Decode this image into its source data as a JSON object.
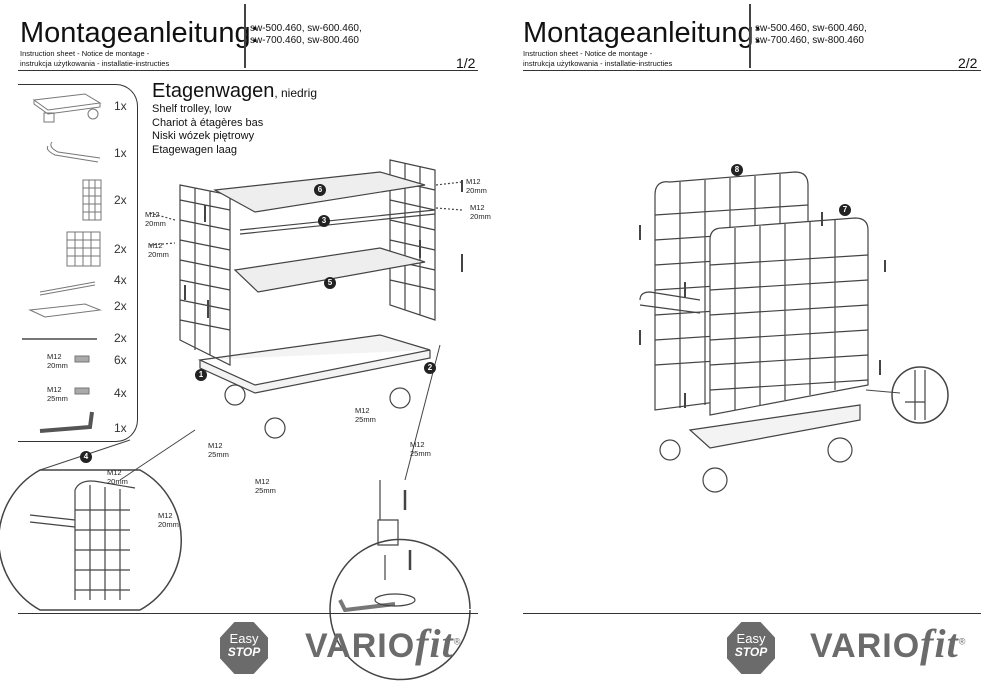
{
  "page1": {
    "title": "Montageanleitung:",
    "models_line1": "sw-500.460, sw-600.460,",
    "models_line2": "sw-700.460, sw-800.460",
    "subtitle_line1": "Instruction sheet - Notice de montage -",
    "subtitle_line2": "instrukcja użytkowania - installatie-instructies",
    "page_number": "1/2",
    "product": {
      "name": "Etagenwagen",
      "suffix": ", niedrig",
      "translations": [
        "Shelf trolley, low",
        "Chariot à étagères bas",
        "Niski wózek  piętrowy",
        "Etagewagen laag"
      ]
    },
    "parts": [
      {
        "part": "base-trolley",
        "qty": "1x"
      },
      {
        "part": "handle",
        "qty": "1x"
      },
      {
        "part": "narrow-grid-side",
        "qty": "2x"
      },
      {
        "part": "wide-grid-side",
        "qty": "2x"
      },
      {
        "part": "shelf-bracket",
        "qty": "4x"
      },
      {
        "part": "shelf",
        "qty": "2x"
      },
      {
        "part": "rod",
        "qty": "2x"
      },
      {
        "part": "bolt-20",
        "size": "M12",
        "length": "20mm",
        "qty": "6x"
      },
      {
        "part": "bolt-25",
        "size": "M12",
        "length": "25mm",
        "qty": "4x"
      },
      {
        "part": "hex-key",
        "qty": "1x"
      }
    ],
    "steps": [
      "1",
      "2",
      "3",
      "4",
      "5",
      "6"
    ],
    "bolt_labels": {
      "size": "M12",
      "l20": "20mm",
      "l25": "25mm"
    }
  },
  "page2": {
    "title": "Montageanleitung:",
    "models_line1": "sw-500.460, sw-600.460,",
    "models_line2": "sw-700.460, sw-800.460",
    "subtitle_line1": "Instruction sheet - Notice de montage -",
    "subtitle_line2": "instrukcja użytkowania - installatie-instructies",
    "page_number": "2/2",
    "steps": [
      "7",
      "8"
    ]
  },
  "logos": {
    "easy": "Easy",
    "stop": "STOP",
    "vario": "VARIO",
    "fit": "fit",
    "reg": "®"
  }
}
